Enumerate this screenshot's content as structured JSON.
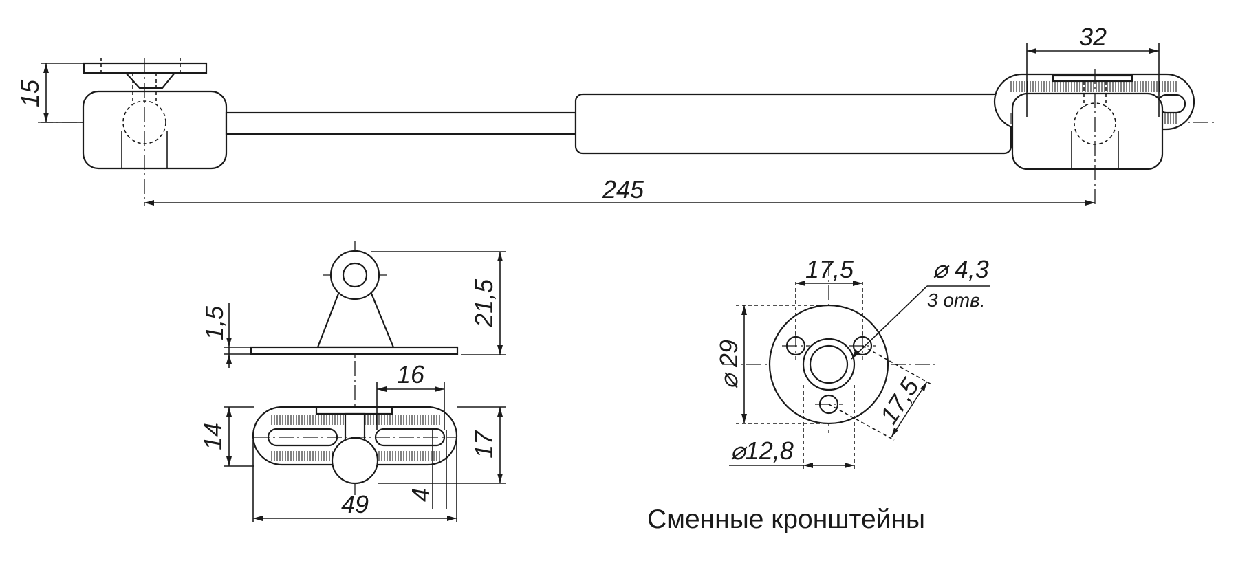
{
  "title": "",
  "caption": "Сменные кронштейны",
  "colors": {
    "line": "#1a1a1a",
    "background": "#ffffff",
    "fill": "#ffffff"
  },
  "side_view": {
    "dim_overall_length": "245",
    "dim_bracket_height": "15",
    "dim_bracket_width": "32"
  },
  "bracket_front": {
    "dim_height": "21,5",
    "dim_plate_thickness": "1,5"
  },
  "bracket_top": {
    "dim_slot_spacing": "16",
    "dim_inner_height": "14",
    "dim_outer_height": "17",
    "dim_slot_width": "4",
    "dim_length": "49"
  },
  "round_bracket": {
    "dim_hole_spacing": "17,5",
    "dim_hole_diameter": "⌀ 4,3",
    "dim_hole_count": "3 отв.",
    "dim_outer_diameter": "⌀ 29",
    "dim_boss_diameter": "⌀12,8",
    "dim_diagonal_spacing": "17,5"
  }
}
